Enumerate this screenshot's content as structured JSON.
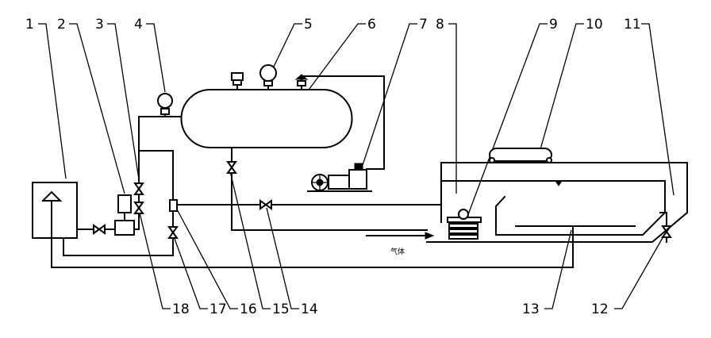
{
  "callouts": [
    "1",
    "2",
    "3",
    "4",
    "5",
    "6",
    "7",
    "8",
    "9",
    "10",
    "11",
    "12",
    "13",
    "14",
    "15",
    "16",
    "17",
    "18"
  ],
  "flow_note": "气体"
}
